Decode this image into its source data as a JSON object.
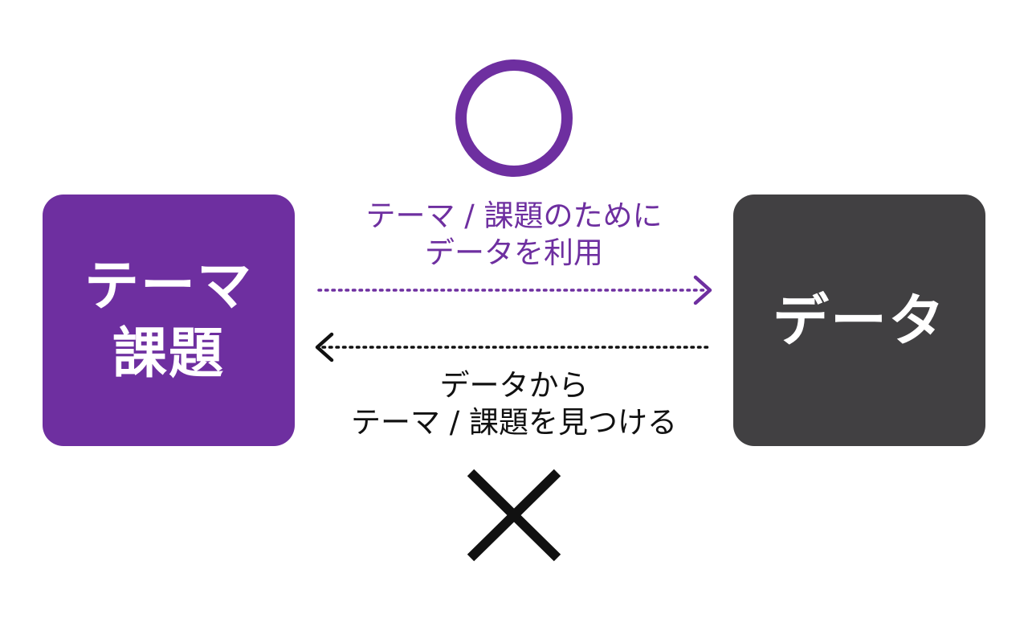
{
  "left_box": {
    "lines": [
      "テーマ",
      "課題"
    ]
  },
  "right_box": {
    "label": "データ"
  },
  "top_caption": {
    "lines": [
      "テーマ / 課題のために",
      "データを利用"
    ]
  },
  "bottom_caption": {
    "lines": [
      "データから",
      "テーマ / 課題を見つける"
    ]
  },
  "marks": {
    "top": "circle-icon",
    "bottom": "cross-icon"
  },
  "colors": {
    "purple": "#6e2fa0",
    "dark_gray": "#414042",
    "black": "#111111"
  }
}
